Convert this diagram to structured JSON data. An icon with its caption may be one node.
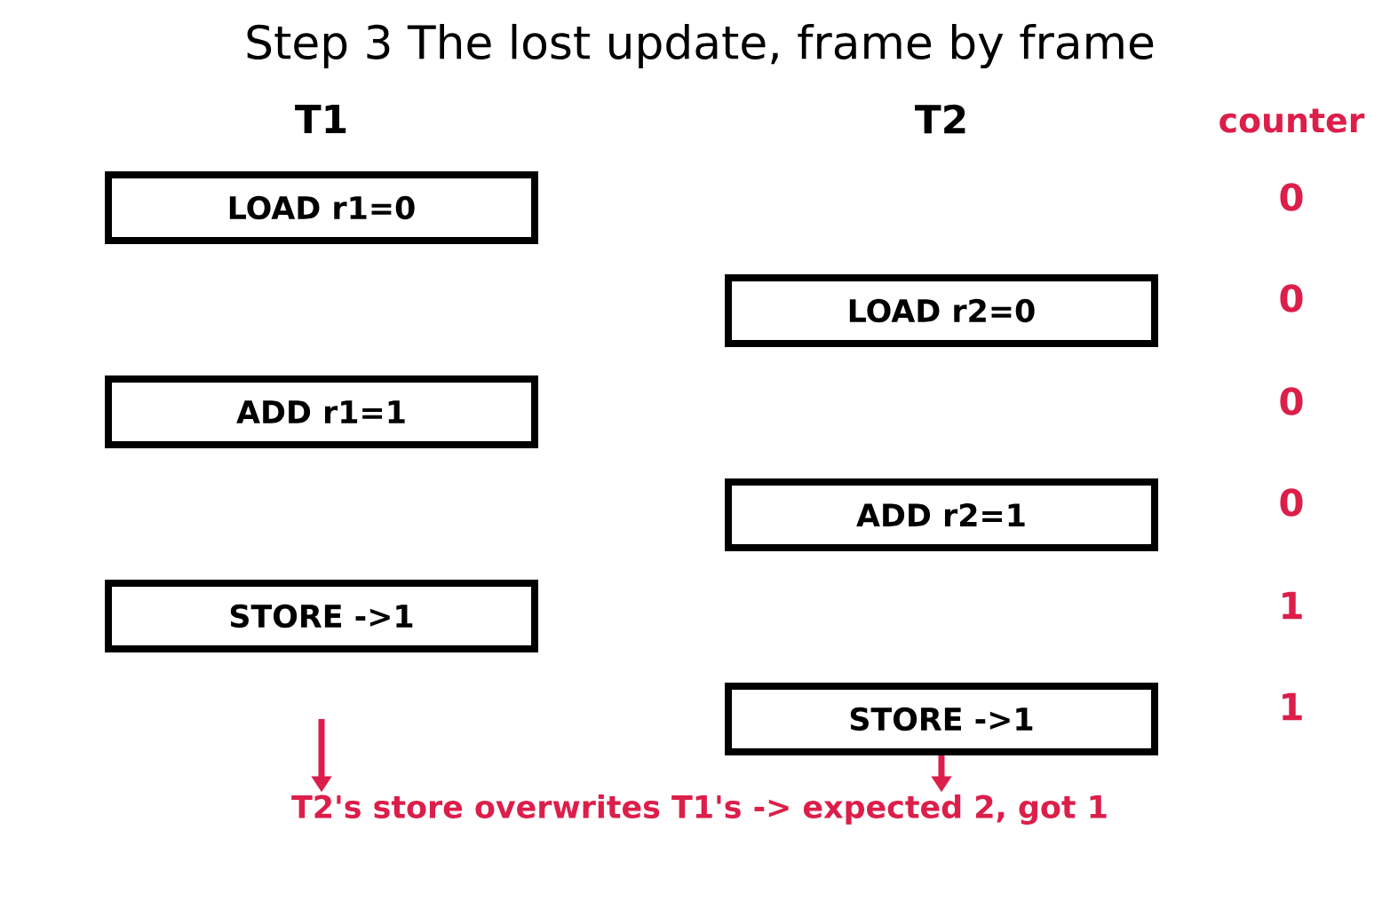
{
  "diagram": {
    "title": "Step 3  The lost update, frame by frame",
    "nodes": [
      {
        "text": [
          "LOAD r1=0"
        ]
      },
      {
        "text": [
          "LOAD r2=0"
        ]
      },
      {
        "text": [
          "ADD r1=1"
        ]
      },
      {
        "text": [
          "ADD r2=1"
        ]
      },
      {
        "text": [
          "STORE ->1"
        ]
      },
      {
        "text": [
          "STORE ->1"
        ]
      },
      {
        "text": [
          "T2's store overwrites T1's -> expected 2, got 1"
        ]
      }
    ],
    "edges": [
      {
        "from": null,
        "to": 6,
        "arrow": "to",
        "color": "#dc1e4a"
      },
      {
        "from": 5,
        "to": 6,
        "arrow": "to",
        "color": "#dc1e4a"
      }
    ],
    "labels": [
      "T1",
      "T2",
      "counter",
      "0",
      "0",
      "0",
      "0",
      "1",
      "1"
    ]
  }
}
